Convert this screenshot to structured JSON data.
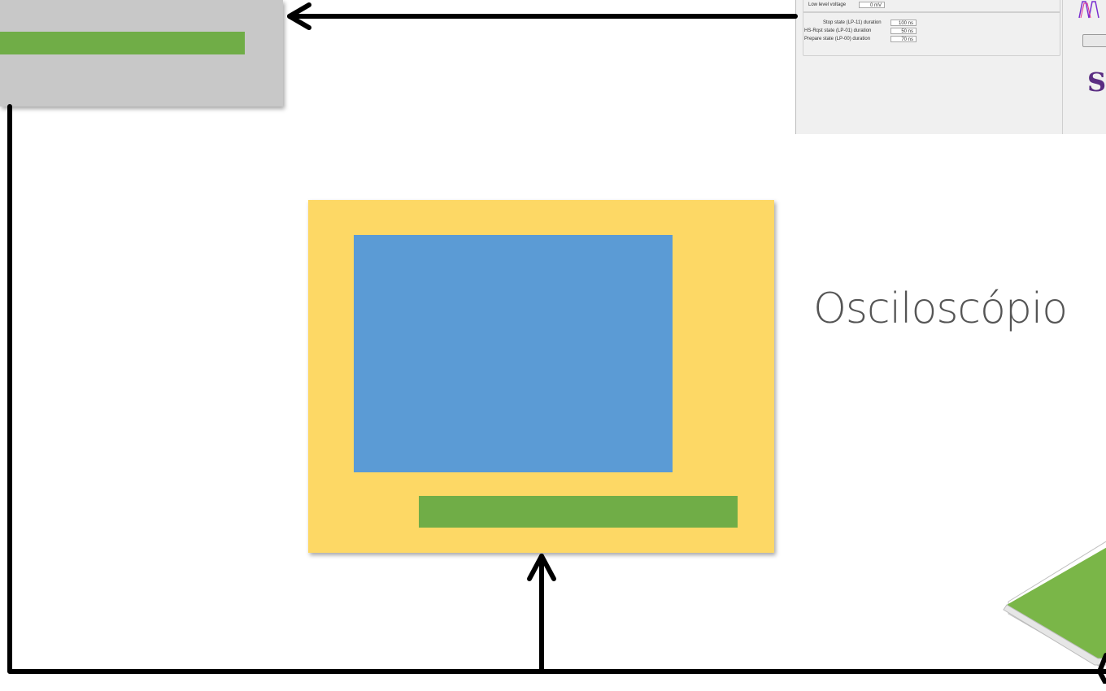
{
  "labels": {
    "oscilloscope": "Osciloscópio"
  },
  "software_panel": {
    "rows": [
      {
        "label": "Low level voltage",
        "value": "0 mV"
      },
      {
        "label": "Stop state (LP-11) duration",
        "value": "100 ns"
      },
      {
        "label": "HS-Rqst state (LP-01) duration",
        "value": "50 ns"
      },
      {
        "label": "Prepare state (LP-00) duration",
        "value": "70 ns"
      }
    ],
    "logo_text": "SV"
  },
  "colors": {
    "gray_box": "#c8c8c8",
    "green": "#70ad47",
    "yellow": "#fdd865",
    "blue": "#5b9bd5",
    "line": "#000000",
    "label": "#555555"
  }
}
